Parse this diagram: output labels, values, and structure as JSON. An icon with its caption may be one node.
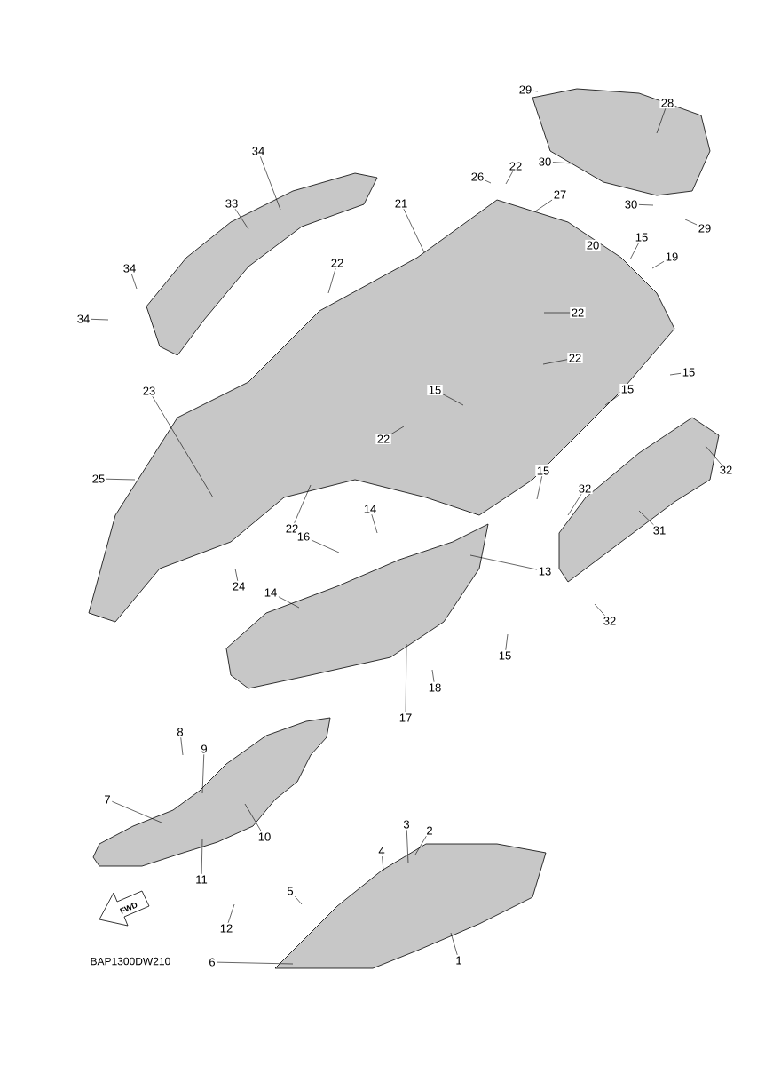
{
  "diagram": {
    "nodes": [
      {
        "text": [
          "29"
        ]
      },
      {
        "text": [
          "28"
        ]
      },
      {
        "text": [
          "30"
        ]
      },
      {
        "text": [
          "30"
        ]
      },
      {
        "text": [
          "29"
        ]
      },
      {
        "text": [
          "22"
        ]
      },
      {
        "text": [
          "26"
        ]
      },
      {
        "text": [
          "27"
        ]
      },
      {
        "text": [
          "34"
        ]
      },
      {
        "text": [
          "33"
        ]
      },
      {
        "text": [
          "21"
        ]
      },
      {
        "text": [
          "22"
        ]
      },
      {
        "text": [
          "20"
        ]
      },
      {
        "text": [
          "15"
        ]
      },
      {
        "text": [
          "19"
        ]
      },
      {
        "text": [
          "34"
        ]
      },
      {
        "text": [
          "34"
        ]
      },
      {
        "text": [
          "22"
        ]
      },
      {
        "text": [
          "22"
        ]
      },
      {
        "text": [
          "15"
        ]
      },
      {
        "text": [
          "23"
        ]
      },
      {
        "text": [
          "15"
        ]
      },
      {
        "text": [
          "15"
        ]
      },
      {
        "text": [
          "22"
        ]
      },
      {
        "text": [
          "32"
        ]
      },
      {
        "text": [
          "25"
        ]
      },
      {
        "text": [
          "15"
        ]
      },
      {
        "text": [
          "32"
        ]
      },
      {
        "text": [
          "31"
        ]
      },
      {
        "text": [
          "22"
        ]
      },
      {
        "text": [
          "14"
        ]
      },
      {
        "text": [
          "16"
        ]
      },
      {
        "text": [
          "24"
        ]
      },
      {
        "text": [
          "13"
        ]
      },
      {
        "text": [
          "14"
        ]
      },
      {
        "text": [
          "32"
        ]
      },
      {
        "text": [
          "15"
        ]
      },
      {
        "text": [
          "18"
        ]
      },
      {
        "text": [
          "17"
        ]
      },
      {
        "text": [
          "8"
        ]
      },
      {
        "text": [
          "9"
        ]
      },
      {
        "text": [
          "7"
        ]
      },
      {
        "text": [
          "10"
        ]
      },
      {
        "text": [
          "11"
        ]
      },
      {
        "text": [
          "3"
        ]
      },
      {
        "text": [
          "2"
        ]
      },
      {
        "text": [
          "4"
        ]
      },
      {
        "text": [
          "12"
        ]
      },
      {
        "text": [
          "5"
        ]
      },
      {
        "text": [
          "6"
        ]
      },
      {
        "text": [
          "1"
        ]
      }
    ],
    "edges": [
      {
        "from": 0,
        "to": null,
        "arrow": "none"
      },
      {
        "from": 1,
        "to": null,
        "arrow": "none"
      },
      {
        "from": 2,
        "to": null,
        "arrow": "none"
      },
      {
        "from": 3,
        "to": null,
        "arrow": "none"
      },
      {
        "from": 4,
        "to": null,
        "arrow": "none"
      },
      {
        "from": 5,
        "to": null,
        "arrow": "none"
      },
      {
        "from": 6,
        "to": null,
        "arrow": "none"
      },
      {
        "from": 7,
        "to": null,
        "arrow": "none"
      },
      {
        "from": 8,
        "to": null,
        "arrow": "none"
      },
      {
        "from": 9,
        "to": null,
        "arrow": "none"
      },
      {
        "from": 10,
        "to": null,
        "arrow": "none"
      },
      {
        "from": 11,
        "to": null,
        "arrow": "none"
      },
      {
        "from": 13,
        "to": null,
        "arrow": "none"
      },
      {
        "from": 14,
        "to": null,
        "arrow": "none"
      },
      {
        "from": 15,
        "to": null,
        "arrow": "none"
      },
      {
        "from": 16,
        "to": null,
        "arrow": "none"
      },
      {
        "from": 17,
        "to": null,
        "arrow": "none"
      },
      {
        "from": 18,
        "to": null,
        "arrow": "none"
      },
      {
        "from": 19,
        "to": null,
        "arrow": "none"
      },
      {
        "from": 20,
        "to": null,
        "arrow": "none"
      },
      {
        "from": 21,
        "to": null,
        "arrow": "none"
      },
      {
        "from": 22,
        "to": null,
        "arrow": "none"
      },
      {
        "from": 23,
        "to": null,
        "arrow": "none"
      },
      {
        "from": 24,
        "to": null,
        "arrow": "none"
      },
      {
        "from": 25,
        "to": null,
        "arrow": "none"
      },
      {
        "from": 26,
        "to": null,
        "arrow": "none"
      },
      {
        "from": 27,
        "to": null,
        "arrow": "none"
      },
      {
        "from": 28,
        "to": null,
        "arrow": "none"
      },
      {
        "from": 29,
        "to": null,
        "arrow": "none"
      },
      {
        "from": 30,
        "to": null,
        "arrow": "none"
      },
      {
        "from": 31,
        "to": null,
        "arrow": "none"
      },
      {
        "from": 32,
        "to": null,
        "arrow": "none"
      },
      {
        "from": 33,
        "to": null,
        "arrow": "none"
      },
      {
        "from": 34,
        "to": null,
        "arrow": "none"
      },
      {
        "from": 35,
        "to": null,
        "arrow": "none"
      },
      {
        "from": 36,
        "to": null,
        "arrow": "none"
      },
      {
        "from": 37,
        "to": null,
        "arrow": "none"
      },
      {
        "from": 38,
        "to": null,
        "arrow": "none"
      },
      {
        "from": 39,
        "to": null,
        "arrow": "none"
      },
      {
        "from": 40,
        "to": null,
        "arrow": "none"
      },
      {
        "from": 41,
        "to": null,
        "arrow": "none"
      },
      {
        "from": 42,
        "to": null,
        "arrow": "none"
      },
      {
        "from": 43,
        "to": null,
        "arrow": "none"
      },
      {
        "from": 44,
        "to": null,
        "arrow": "none"
      },
      {
        "from": 45,
        "to": null,
        "arrow": "none"
      },
      {
        "from": 46,
        "to": null,
        "arrow": "none"
      },
      {
        "from": 47,
        "to": null,
        "arrow": "none"
      },
      {
        "from": 48,
        "to": null,
        "arrow": "none"
      },
      {
        "from": 49,
        "to": null,
        "arrow": "none"
      },
      {
        "from": 50,
        "to": null,
        "arrow": "none"
      }
    ],
    "labels": [
      "FWD",
      "BAP1300DW210"
    ]
  }
}
